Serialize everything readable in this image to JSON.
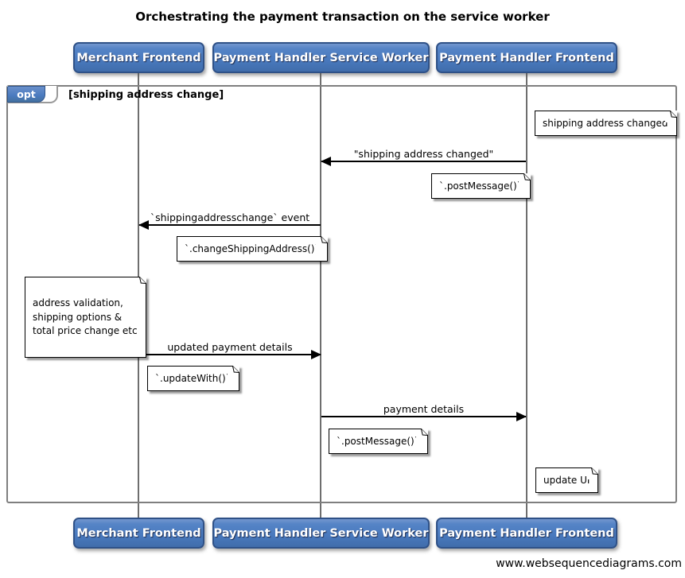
{
  "title": "Orchestrating the payment transaction on the service worker",
  "actors": [
    {
      "label": "Merchant Frontend"
    },
    {
      "label": "Payment Handler Service Worker"
    },
    {
      "label": "Payment Handler Frontend"
    }
  ],
  "fragment": {
    "operator": "opt",
    "condition": "[shipping address change]"
  },
  "messages": [
    {
      "label": "\"shipping address changed\"",
      "from": "Payment Handler Frontend",
      "to": "Payment Handler Service Worker",
      "direction": "left"
    },
    {
      "label": "`shippingaddresschange` event",
      "from": "Payment Handler Service Worker",
      "to": "Merchant Frontend",
      "direction": "left"
    },
    {
      "label": "updated payment details",
      "from": "Merchant Frontend",
      "to": "Payment Handler Service Worker",
      "direction": "right"
    },
    {
      "label": "payment details",
      "from": "Payment Handler Service Worker",
      "to": "Payment Handler Frontend",
      "direction": "right"
    }
  ],
  "notes": {
    "shipping_changed": "shipping address changed",
    "post_message_sw": "`.postMessage()`",
    "change_shipping_address": "`.changeShippingAddress()`",
    "address_validation": "address validation,\nshipping options &\ntotal price change etc",
    "update_with": "`.updateWith()`",
    "post_message_frontend": "`.postMessage()`",
    "update_ui": "update UI"
  },
  "footer": "www.websequencediagrams.com",
  "colors": {
    "actor_fill": "#4a7abf",
    "actor_border": "#2f5187",
    "frame_border": "#7f7f7f",
    "lifeline": "#6e6e6e",
    "arrow": "#000000",
    "note_bg": "#ffffff",
    "note_border": "#000000"
  }
}
